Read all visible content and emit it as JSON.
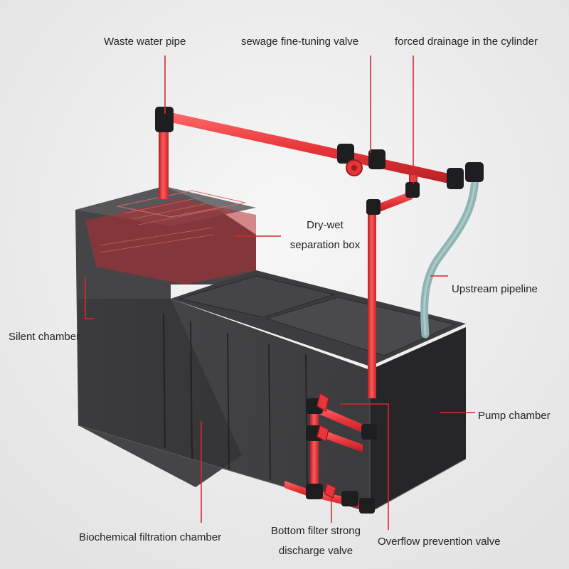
{
  "labels": {
    "waste_pipe": "Waste water pipe",
    "sewage_valve": "sewage fine-tuning valve",
    "forced_drainage": "forced drainage in the cylinder",
    "dry_wet_line1": "Dry-wet",
    "dry_wet_line2": "separation box",
    "upstream": "Upstream pipeline",
    "silent_chamber": "Silent chamber",
    "pump_chamber": "Pump chamber",
    "biochemical": "Biochemical filtration chamber",
    "bottom_filter_line1": "Bottom filter strong",
    "bottom_filter_line2": "discharge valve",
    "overflow": "Overflow prevention valve"
  },
  "colors": {
    "pipe_red": "#e8353a",
    "leader_red": "#d42a2f",
    "tank_dark": "#2d2d2f",
    "tank_top": "#3a3a3c",
    "hose": "#8fb5b3",
    "fitting": "#1e1e20"
  }
}
